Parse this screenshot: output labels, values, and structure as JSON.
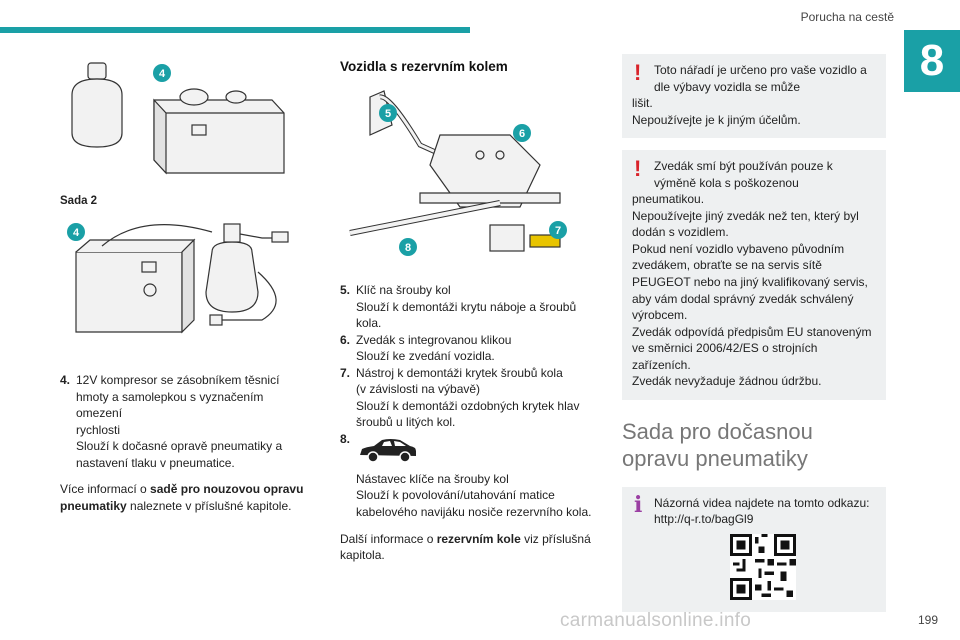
{
  "header": {
    "title": "Porucha na cestě",
    "chapter": "8"
  },
  "col1": {
    "badge_top": "4",
    "caption_sada2": "Sada 2",
    "badge_mid": "4",
    "item4_num": "4.",
    "item4_lines": [
      "12V kompresor se zásobníkem těsnicí",
      "hmoty a samolepkou s vyznačením omezení",
      "rychlosti",
      "Slouží k dočasné opravě pneumatiky a",
      "nastavení tlaku v pneumatice."
    ],
    "para_pre": "Více informací o ",
    "para_bold": "sadě pro nouzovou opravu pneumatiky",
    "para_post": " naleznete v příslušné kapitole."
  },
  "col2": {
    "heading": "Vozidla s rezervním kolem",
    "badges": [
      "5",
      "6",
      "7",
      "8"
    ],
    "items": [
      {
        "num": "5.",
        "lines": [
          "Klíč na šrouby kol",
          "Slouží k demontáži krytu náboje a šroubů",
          "kola."
        ]
      },
      {
        "num": "6.",
        "lines": [
          "Zvedák s integrovanou klikou",
          "Slouží ke zvedání vozidla."
        ]
      },
      {
        "num": "7.",
        "lines": [
          "Nástroj k demontáži krytek šroubů kola",
          "(v závislosti na výbavě)",
          "Slouží k demontáži ozdobných krytek hlav",
          "šroubů u litých kol."
        ]
      },
      {
        "num": "8.",
        "lines": []
      }
    ],
    "item8_lines": [
      "Nástavec klíče na šrouby kol",
      "Slouží k povolování/utahování matice",
      "kabelového navijáku nosiče rezervního kola."
    ],
    "para_pre": "Další informace o ",
    "para_bold": "rezervním kole",
    "para_post": " viz příslušná kapitola."
  },
  "col3": {
    "warn1_first": "Toto nářadí je určeno pro vaše vozidlo a dle výbavy vozidla se může",
    "warn1_lines": [
      "lišit.",
      "Nepoužívejte je k jiným účelům."
    ],
    "warn2_first": "Zvedák smí být používán pouze k výměně kola s poškozenou",
    "warn2_lines": [
      "pneumatikou.",
      "Nepoužívejte jiný zvedák než ten, který byl dodán s vozidlem.",
      "Pokud není vozidlo vybaveno původním zvedákem, obraťte se na servis sítě PEUGEOT nebo na jiný kvalifikovaný servis, aby vám dodal správný zvedák schválený výrobcem.",
      "Zvedák odpovídá předpisům EU stanoveným ve směrnici 2006/42/ES o strojních zařízeních.",
      "Zvedák nevyžaduje žádnou údržbu."
    ],
    "section_title": "Sada pro dočasnou opravu pneumatiky",
    "info_first": "Názorná videa najdete na tomto odkazu:",
    "info_link": "http://q-r.to/bagGl9"
  },
  "footer": {
    "page_number": "199",
    "watermark": "carmanualsonline.info"
  }
}
